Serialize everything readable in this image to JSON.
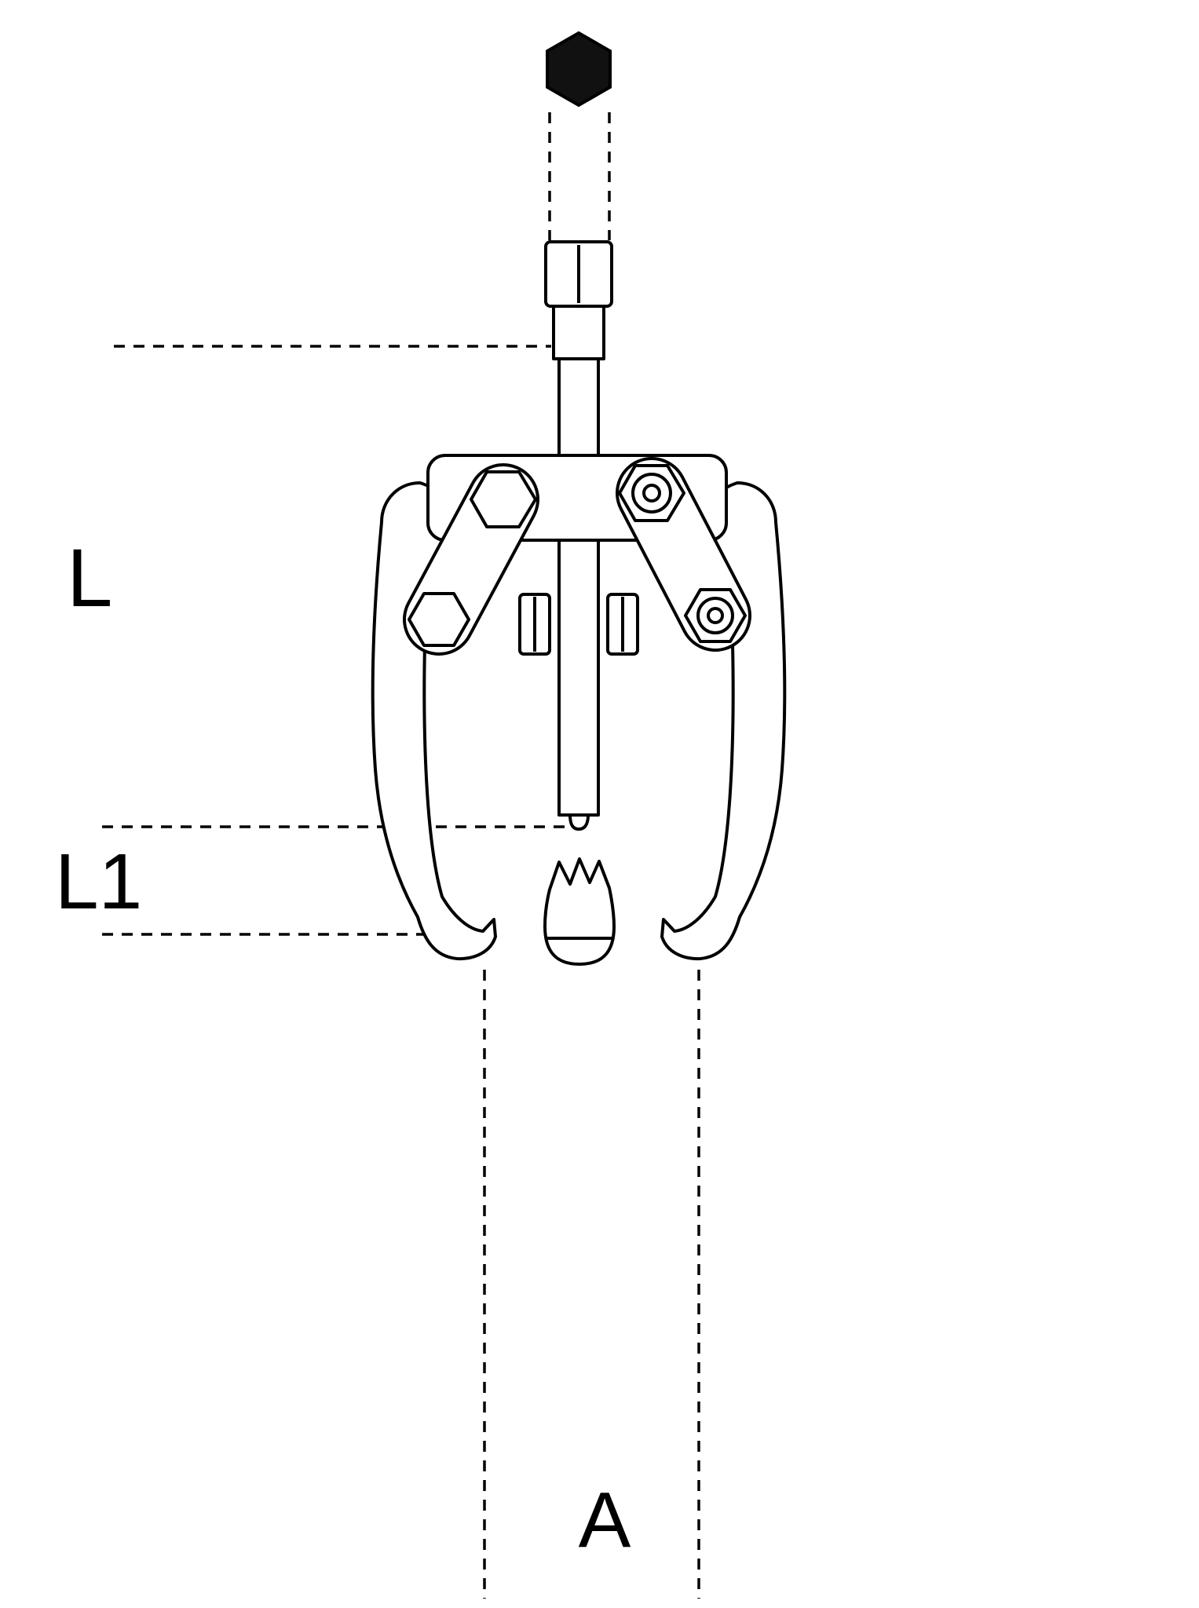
{
  "labels": {
    "L": "L",
    "L1": "L1",
    "A": "A"
  },
  "colors": {
    "line": "#000000",
    "fill": "#ffffff",
    "hex_head": "#111111",
    "background": "#ffffff"
  }
}
